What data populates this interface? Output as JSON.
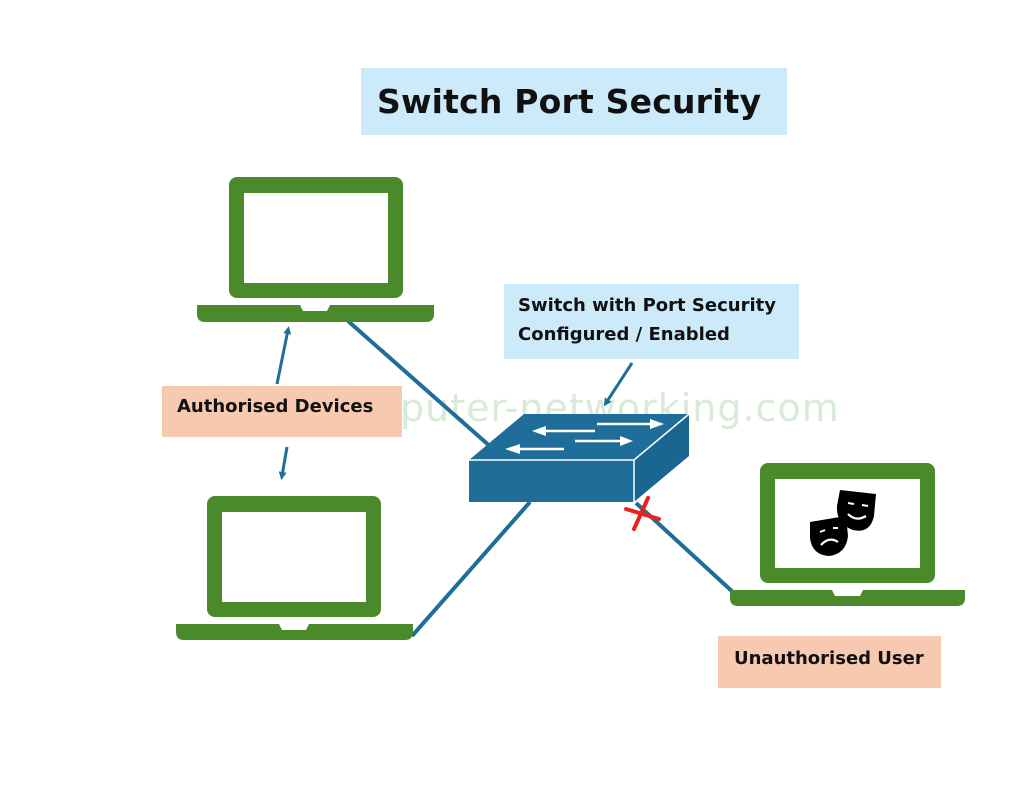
{
  "diagram": {
    "title": "Switch Port Security",
    "switch_label_line1": "Switch with Port Security",
    "switch_label_line2": "Configured / Enabled",
    "authorised_label": "Authorised Devices",
    "unauthorised_label": "Unauthorised User",
    "watermark": "puter-networking.com",
    "nodes": [
      {
        "id": "laptop-top",
        "type": "laptop",
        "role": "authorised"
      },
      {
        "id": "laptop-bottom",
        "type": "laptop",
        "role": "authorised"
      },
      {
        "id": "switch",
        "type": "switch",
        "role": "port-security-enabled"
      },
      {
        "id": "laptop-right",
        "type": "laptop",
        "role": "unauthorised",
        "screen_icon": "theater-masks-icon"
      }
    ],
    "edges": [
      {
        "from": "laptop-top",
        "to": "switch",
        "status": "allowed"
      },
      {
        "from": "laptop-bottom",
        "to": "switch",
        "status": "allowed"
      },
      {
        "from": "laptop-right",
        "to": "switch",
        "status": "blocked",
        "marker": "red-x"
      }
    ],
    "colors": {
      "laptop": "#4a8a2a",
      "switch": "#1f6e99",
      "link": "#1f6e99",
      "blocked": "#e8221b",
      "title_bg": "#cdeafa",
      "label_bg": "#f7c9b1",
      "watermark": "#d9ead9"
    }
  }
}
